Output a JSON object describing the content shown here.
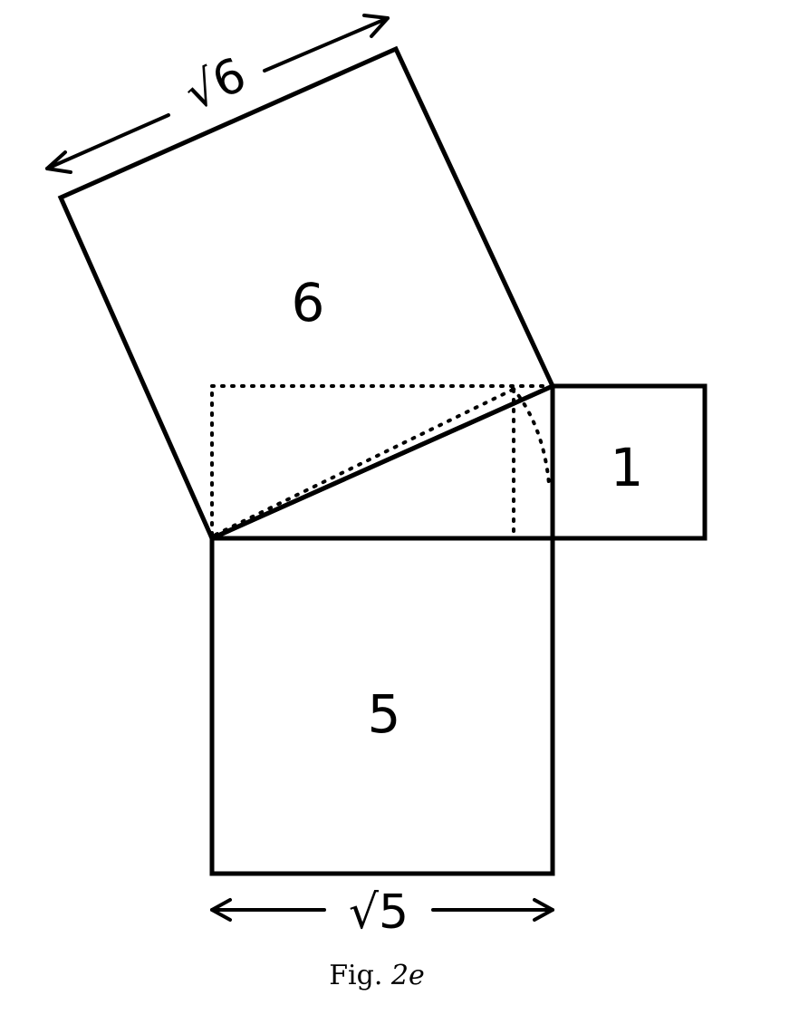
{
  "figure": {
    "square_large_area": "6",
    "square_medium_area": "5",
    "square_small_area": "1",
    "side_large": "√6",
    "side_medium": "√5",
    "caption_prefix": "Fig. ",
    "caption_number": "2e"
  }
}
